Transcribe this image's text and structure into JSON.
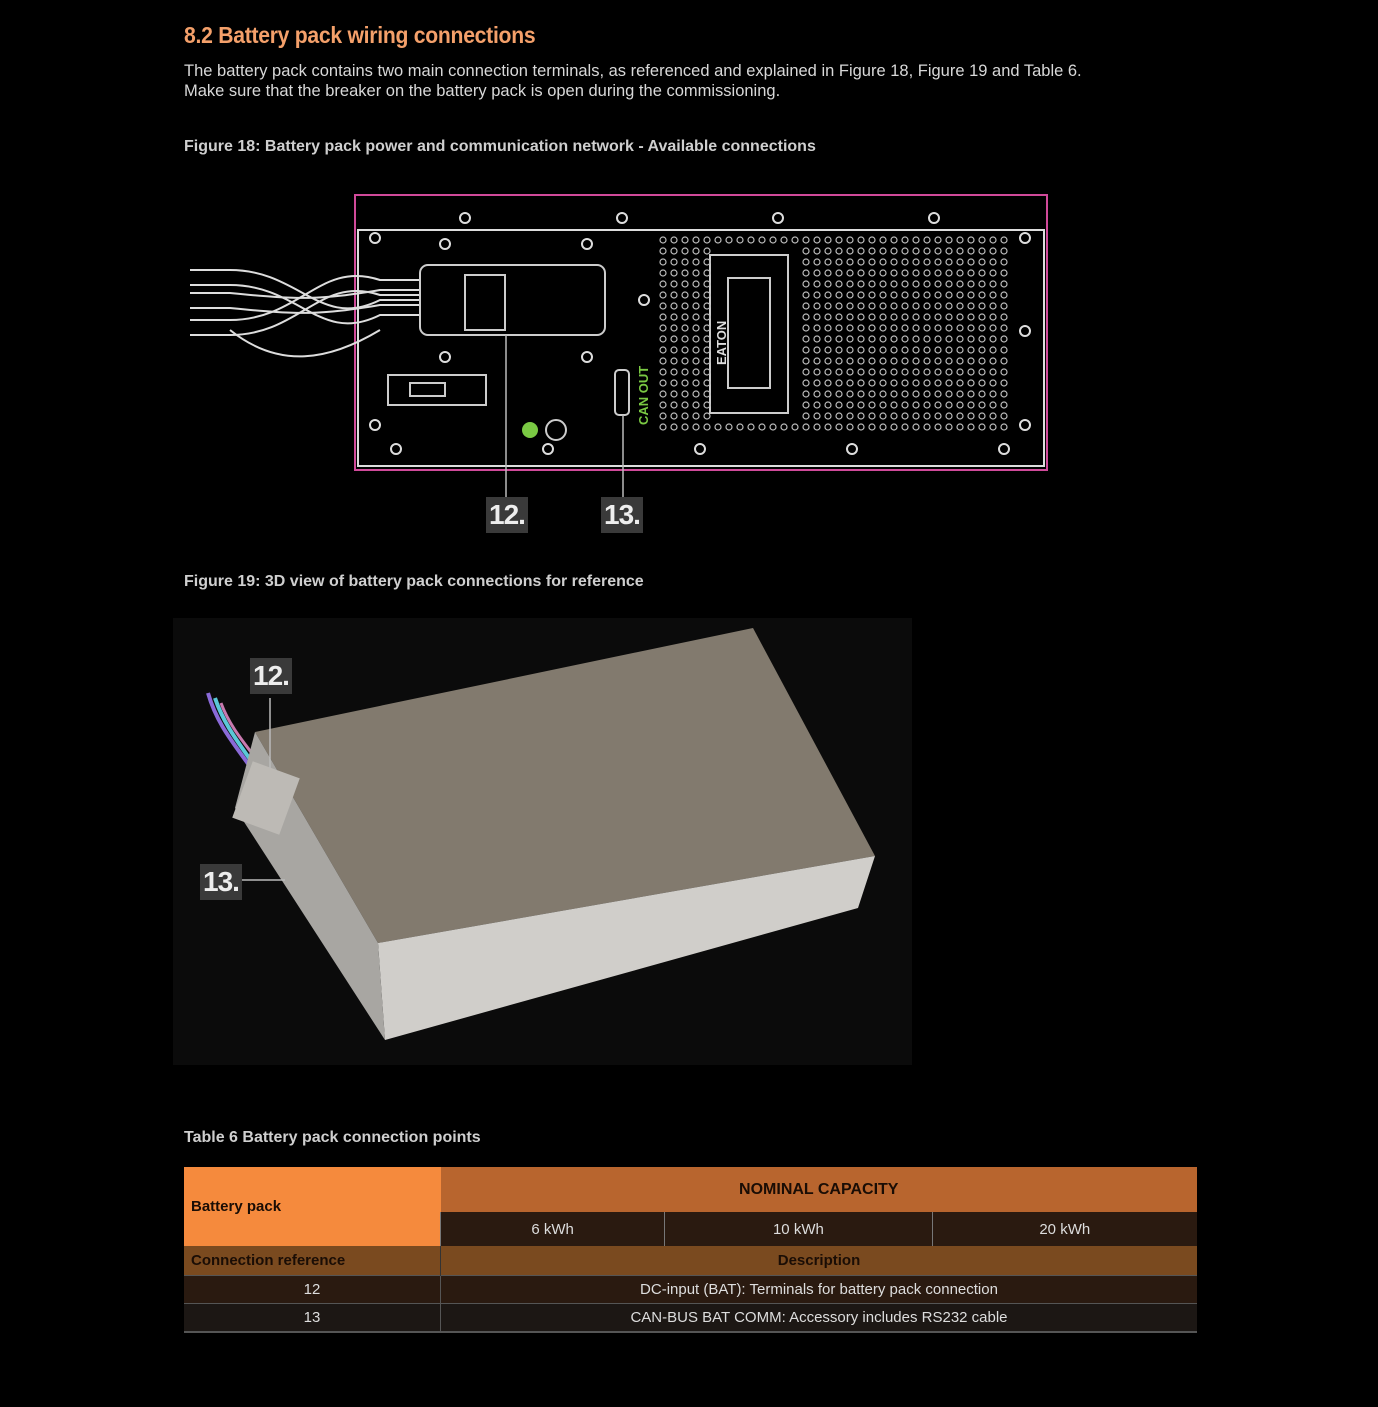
{
  "section": {
    "title": "8.2  Battery pack wiring connections",
    "paragraph_line1": "The battery pack contains two main connection terminals, as referenced and explained in Figure 18, Figure 19 and Table 6.",
    "paragraph_line2": "Make sure that the breaker on the battery pack is open during the commissioning."
  },
  "figure18": {
    "caption": "Figure 18: Battery pack power and communication network - Available connections",
    "label_12": "12.",
    "label_13": "13.",
    "port_text": "CAN OUT",
    "logo_text": "EATON"
  },
  "figure19": {
    "caption": "Figure 19: 3D view of battery pack connections for reference",
    "label_12": "12.",
    "label_13": "13."
  },
  "table": {
    "caption": "Table 6 Battery pack connection points",
    "battery_pack": "Battery pack",
    "nominal_capacity": "NOMINAL CAPACITY",
    "capacities": [
      "6 kWh",
      "10 kWh",
      "20 kWh"
    ],
    "connection_reference": "Connection reference",
    "description": "Description",
    "rows": [
      {
        "ref": "12",
        "desc": "DC-input (BAT): Terminals for battery pack connection"
      },
      {
        "ref": "13",
        "desc": "CAN-BUS BAT COMM: Accessory includes RS232 cable"
      }
    ]
  },
  "colors": {
    "accent": "#f58a3d",
    "header": "#b8652e",
    "title": "#f4a06a"
  }
}
